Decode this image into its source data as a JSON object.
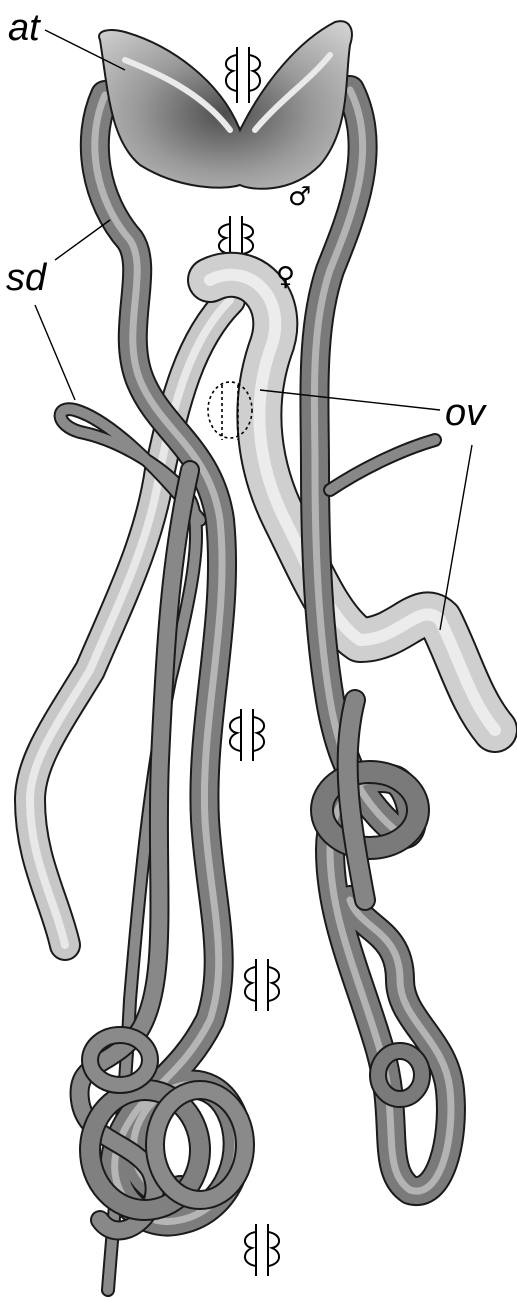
{
  "labels": {
    "at": "at",
    "sd": "sd",
    "ov": "ov"
  },
  "symbols": {
    "male": "♂",
    "female": "♀"
  },
  "colors": {
    "tube_dark": "#6f6f6f",
    "tube_mid": "#8c8c8c",
    "tube_light": "#b9b9b9",
    "tube_pale": "#d6d6d6",
    "outline": "#1a1a1a",
    "leader": "#000000"
  }
}
